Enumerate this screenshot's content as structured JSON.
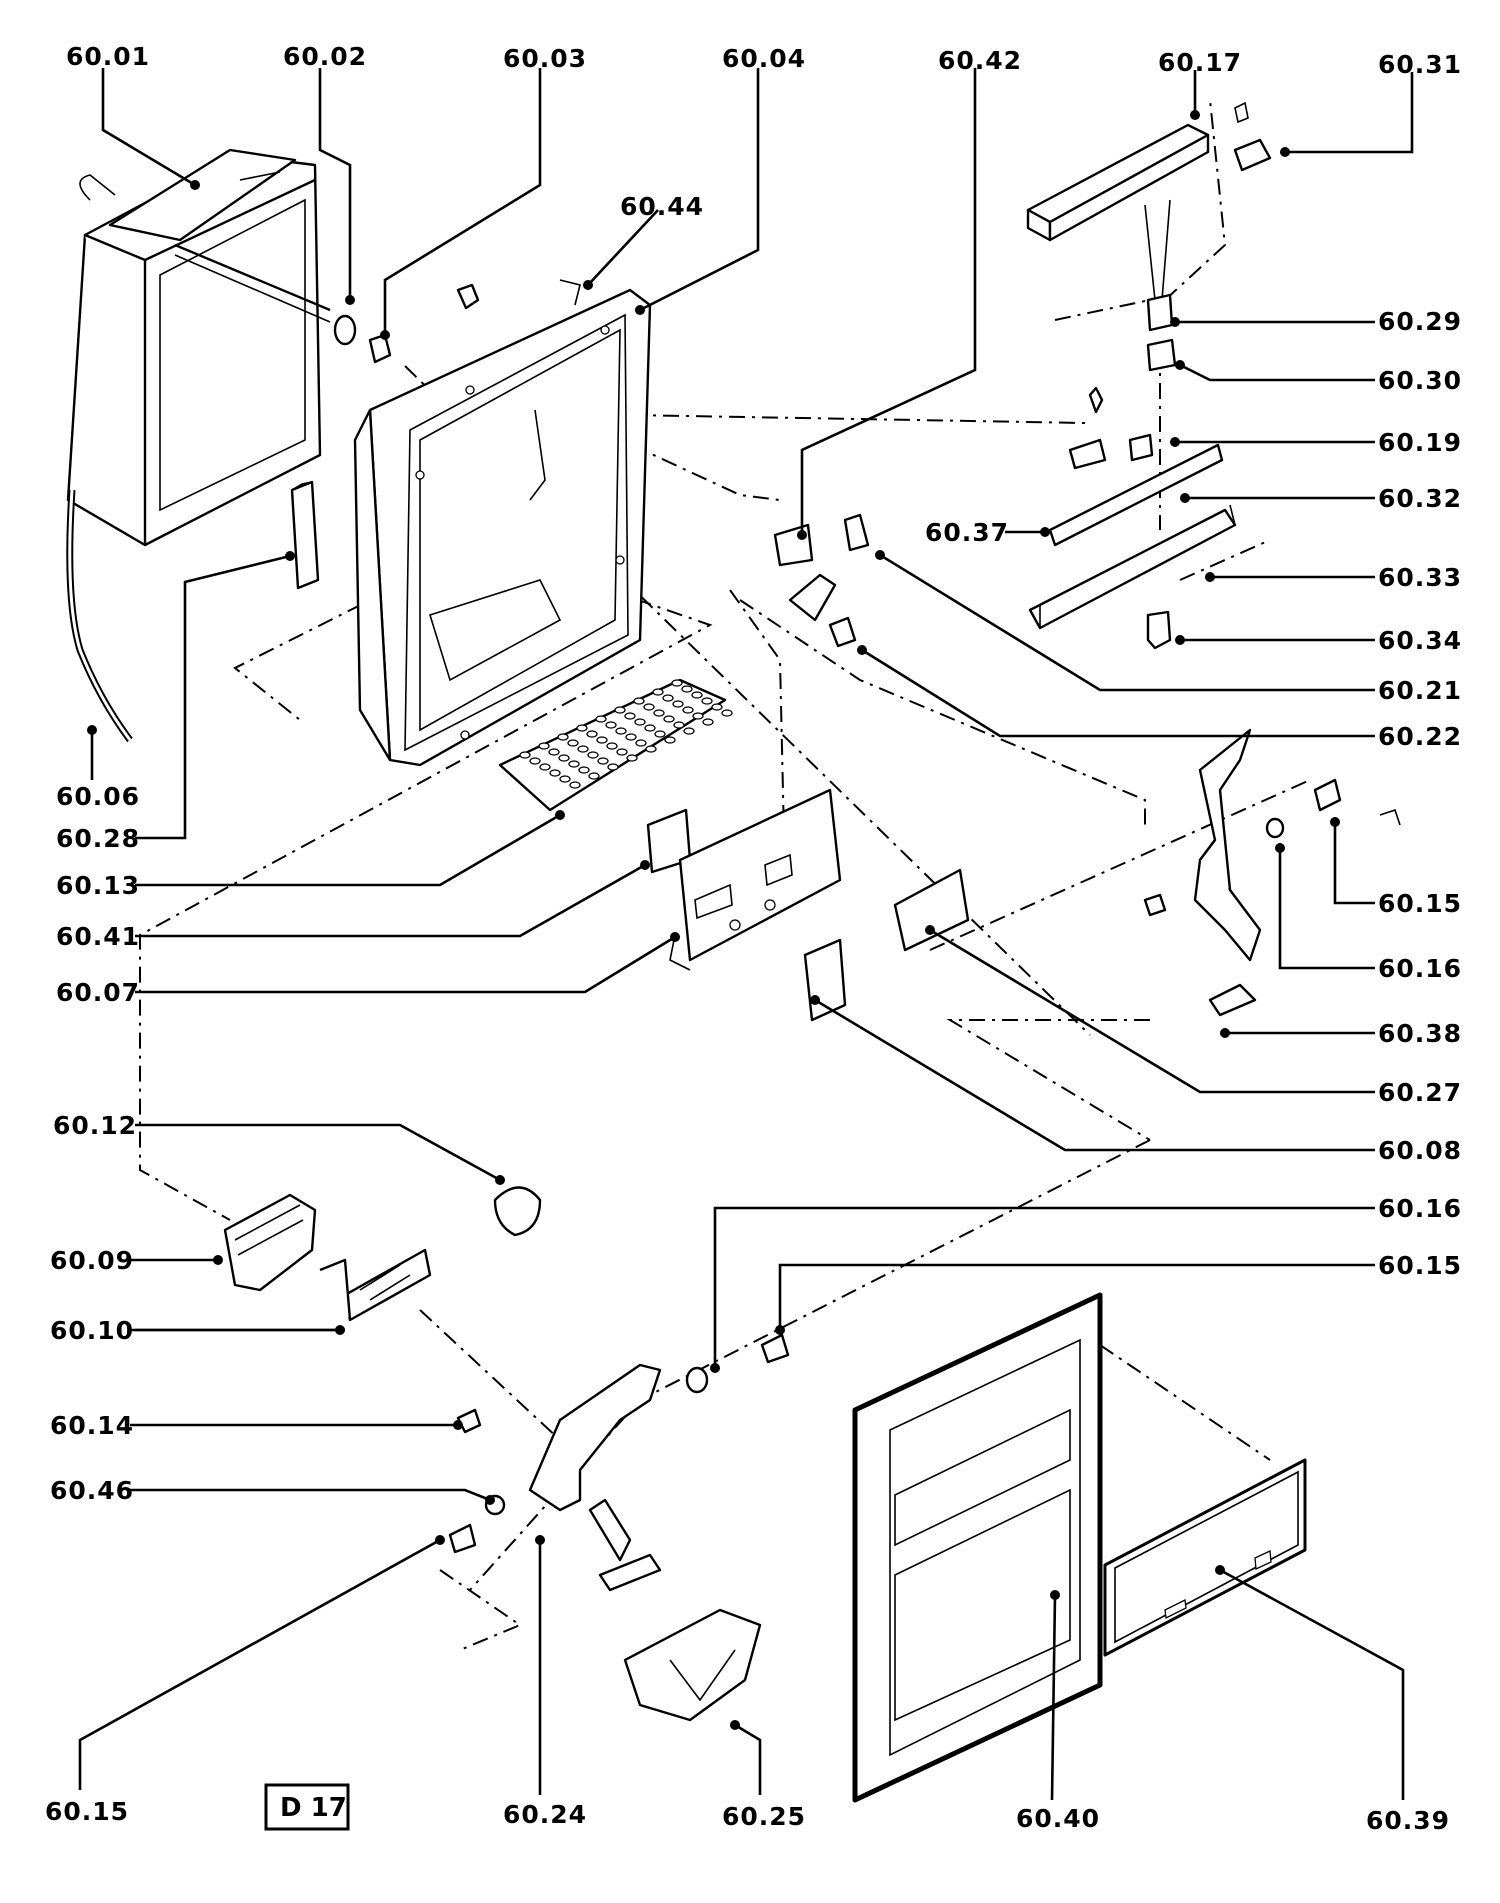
{
  "diagram_id": "D 17",
  "callouts": [
    {
      "id": "c-60-01",
      "text": "60.01"
    },
    {
      "id": "c-60-02",
      "text": "60.02"
    },
    {
      "id": "c-60-03",
      "text": "60.03"
    },
    {
      "id": "c-60-04",
      "text": "60.04"
    },
    {
      "id": "c-60-42",
      "text": "60.42"
    },
    {
      "id": "c-60-17",
      "text": "60.17"
    },
    {
      "id": "c-60-31",
      "text": "60.31"
    },
    {
      "id": "c-60-44",
      "text": "60.44"
    },
    {
      "id": "c-60-29",
      "text": "60.29"
    },
    {
      "id": "c-60-30",
      "text": "60.30"
    },
    {
      "id": "c-60-19",
      "text": "60.19"
    },
    {
      "id": "c-60-32",
      "text": "60.32"
    },
    {
      "id": "c-60-37",
      "text": "60.37"
    },
    {
      "id": "c-60-33",
      "text": "60.33"
    },
    {
      "id": "c-60-34",
      "text": "60.34"
    },
    {
      "id": "c-60-21",
      "text": "60.21"
    },
    {
      "id": "c-60-22",
      "text": "60.22"
    },
    {
      "id": "c-60-06",
      "text": "60.06"
    },
    {
      "id": "c-60-28",
      "text": "60.28"
    },
    {
      "id": "c-60-13",
      "text": "60.13"
    },
    {
      "id": "c-60-41",
      "text": "60.41"
    },
    {
      "id": "c-60-07",
      "text": "60.07"
    },
    {
      "id": "c-60-15-a",
      "text": "60.15"
    },
    {
      "id": "c-60-16-a",
      "text": "60.16"
    },
    {
      "id": "c-60-38",
      "text": "60.38"
    },
    {
      "id": "c-60-27",
      "text": "60.27"
    },
    {
      "id": "c-60-08",
      "text": "60.08"
    },
    {
      "id": "c-60-12",
      "text": "60.12"
    },
    {
      "id": "c-60-16-b",
      "text": "60.16"
    },
    {
      "id": "c-60-15-b",
      "text": "60.15"
    },
    {
      "id": "c-60-09",
      "text": "60.09"
    },
    {
      "id": "c-60-10",
      "text": "60.10"
    },
    {
      "id": "c-60-14",
      "text": "60.14"
    },
    {
      "id": "c-60-46",
      "text": "60.46"
    },
    {
      "id": "c-60-15-c",
      "text": "60.15"
    },
    {
      "id": "c-60-24",
      "text": "60.24"
    },
    {
      "id": "c-60-25",
      "text": "60.25"
    },
    {
      "id": "c-60-40",
      "text": "60.40"
    },
    {
      "id": "c-60-39",
      "text": "60.39"
    }
  ]
}
